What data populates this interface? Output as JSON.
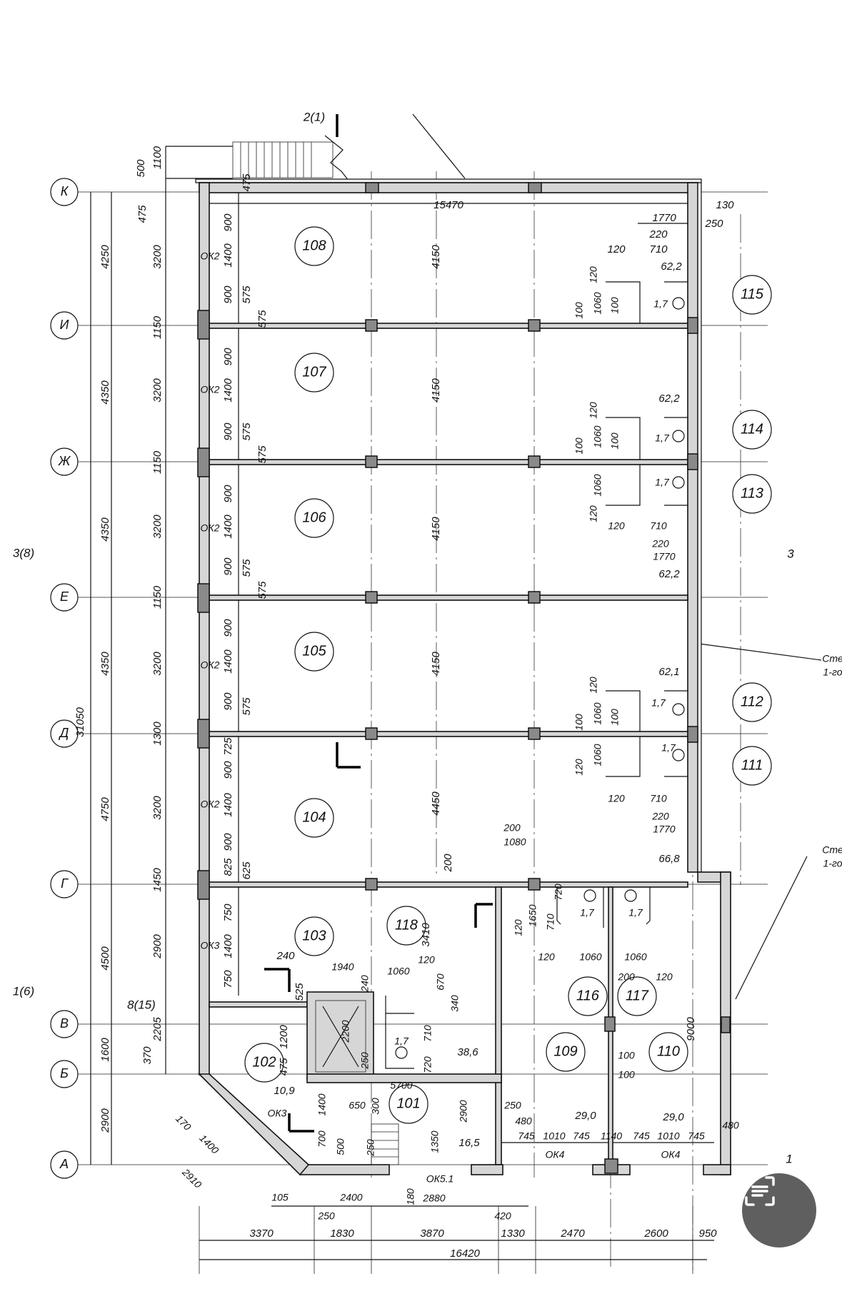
{
  "axes": {
    "rows": [
      "К",
      "И",
      "Ж",
      "Е",
      "Д",
      "Г",
      "В",
      "Б",
      "А"
    ]
  },
  "rooms": [
    "108",
    "107",
    "106",
    "105",
    "104",
    "103",
    "118",
    "102",
    "101",
    "109",
    "110",
    "116",
    "117",
    "115",
    "114",
    "113",
    "112",
    "111"
  ],
  "areas": [
    "62,2",
    "62,2",
    "62,2",
    "62,1",
    "66,8",
    "38,6",
    "16,5",
    "10,9",
    "29,0",
    "29,0"
  ],
  "toilet_areas": [
    "1,7",
    "1,7",
    "1,7",
    "1,7",
    "1,7",
    "1,7",
    "1,7",
    "1,7"
  ],
  "windows": [
    "ОК2",
    "ОК2",
    "ОК2",
    "ОК2",
    "ОК2",
    "ОК3",
    "ОК3",
    "ОК4",
    "ОК4",
    "ОК5.1"
  ],
  "dims": {
    "total_height": "31050",
    "left_overall": [
      "4250",
      "4350",
      "4350",
      "4350",
      "4750",
      "4500",
      "1600",
      "2900"
    ],
    "left_piers": [
      "1100",
      "500",
      "475",
      "3200",
      "1150",
      "3200",
      "1150",
      "3200",
      "1150",
      "3200",
      "1300",
      "3200",
      "1450",
      "2900",
      "2205",
      "370"
    ],
    "left_openings": [
      "900",
      "1400",
      "900",
      "900",
      "1400",
      "900",
      "900",
      "1400",
      "900",
      "900",
      "1400",
      "900",
      "725",
      "900",
      "1400",
      "900",
      "825",
      "750",
      "1400",
      "750"
    ],
    "left_tags": [
      "475",
      "575",
      "575",
      "575",
      "575",
      "575",
      "575",
      "575",
      "625",
      "475",
      "525",
      "1200",
      "240"
    ],
    "spans": [
      "4150",
      "4150",
      "4150",
      "4150",
      "4450",
      "200",
      "3410",
      "9000"
    ],
    "top": [
      "15470",
      "130",
      "1770",
      "250",
      "220",
      "710",
      "120"
    ],
    "toilet_dims": [
      "120",
      "1060",
      "100",
      "100",
      "120",
      "1060",
      "100",
      "100",
      "120",
      "1060",
      "120",
      "1060",
      "100",
      "100",
      "120",
      "1060",
      "120",
      "710",
      "220",
      "1770",
      "120",
      "710",
      "220",
      "1770"
    ],
    "core": [
      "1940",
      "240",
      "1060",
      "120",
      "670",
      "340",
      "2200",
      "250",
      "710",
      "720",
      "5700",
      "300",
      "650",
      "1400",
      "700",
      "500",
      "250",
      "1350",
      "2900",
      "170",
      "1400",
      "2910"
    ],
    "block116": [
      "200",
      "1080",
      "720",
      "1650",
      "710",
      "120",
      "120",
      "1060",
      "1060",
      "200",
      "120",
      "100",
      "100"
    ],
    "bottom_openings": [
      "250",
      "480",
      "745",
      "1010",
      "745",
      "1140",
      "745",
      "1010",
      "745",
      "480"
    ],
    "bottom_row1": [
      "105",
      "2400",
      "180",
      "2880",
      "250",
      "420"
    ],
    "bottom_row2": [
      "3370",
      "1830",
      "3870",
      "1330",
      "2470",
      "2600",
      "950"
    ],
    "bottom_total": "16420"
  },
  "sections": [
    "2(1)",
    "3(8)",
    "3",
    "1(6)",
    "1",
    "8(15)"
  ],
  "notes": [
    "Сте",
    "1-го",
    "Сте",
    "1-го"
  ],
  "lens_button": {
    "icon": "scan-text-icon"
  }
}
